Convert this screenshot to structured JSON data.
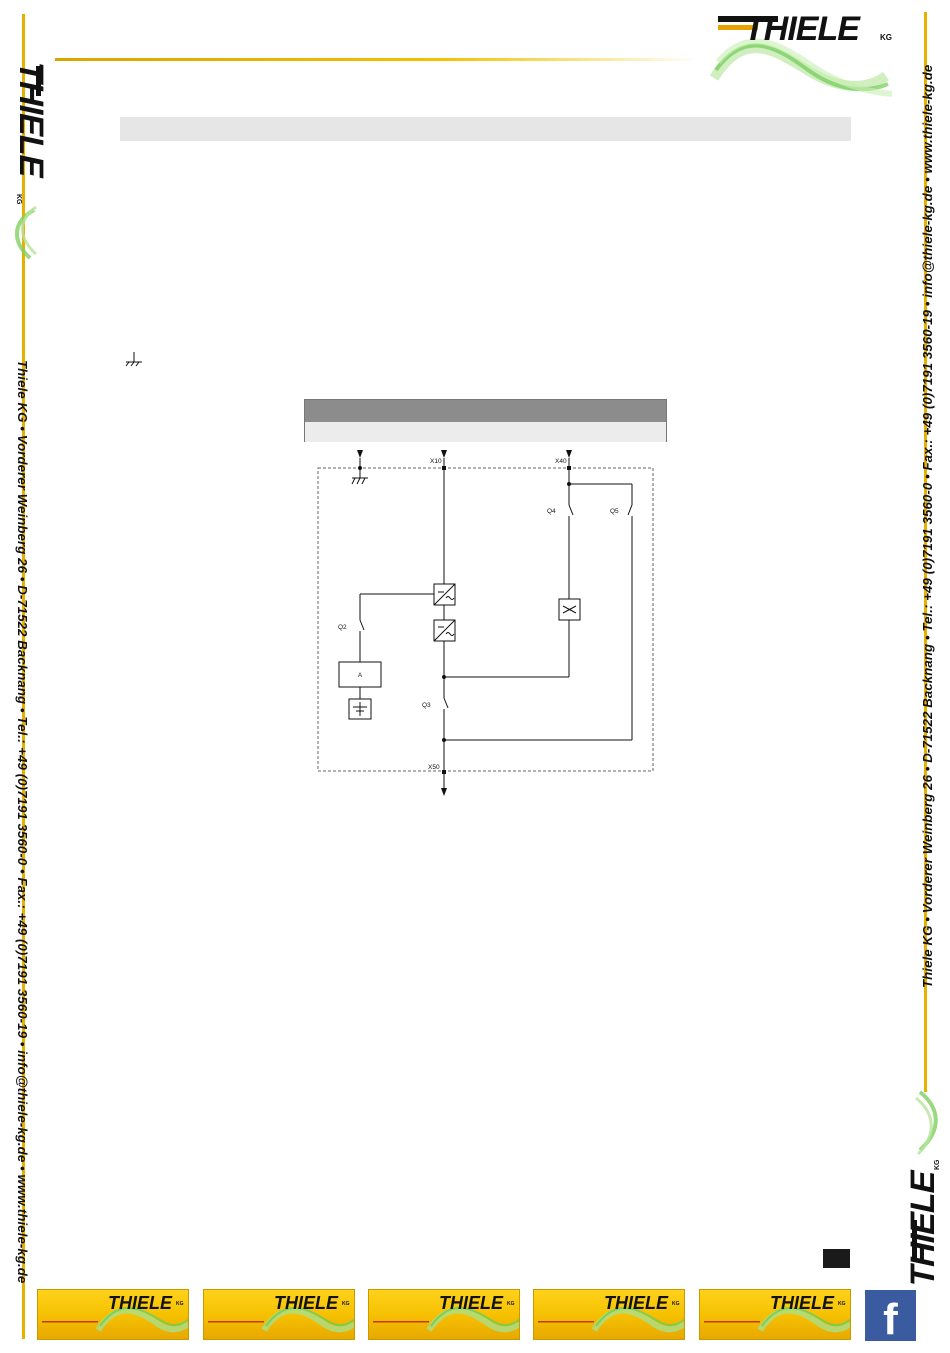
{
  "brand": {
    "name": "THIELE",
    "suffix": "KG"
  },
  "contact_line": "Thiele KG • Vorderer Weinberg 26 • D-71522 Backnang • Tel.: +49 (0)7191 3560-0 • Fax.: +49 (0)7191 3560-19 • info@thiele-kg.de • www.thiele-kg.de",
  "diagram": {
    "terminals": [
      "X10",
      "X40",
      "X50"
    ],
    "switches": [
      "Q2",
      "Q3",
      "Q4",
      "Q5"
    ],
    "load_symbol": "A"
  },
  "footer": {
    "tiles": [
      {
        "name": "THIELE",
        "suffix": "KG"
      },
      {
        "name": "THIELE",
        "suffix": "KG"
      },
      {
        "name": "THIELE",
        "suffix": "KG"
      },
      {
        "name": "THIELE",
        "suffix": "KG"
      },
      {
        "name": "THIELE",
        "suffix": "KG"
      }
    ],
    "facebook": "f"
  },
  "colors": {
    "gold": "#e7b100",
    "dark_gold": "#c88a00",
    "swoosh_green": "#7fcf60",
    "facebook_blue": "#3b5ba0"
  }
}
